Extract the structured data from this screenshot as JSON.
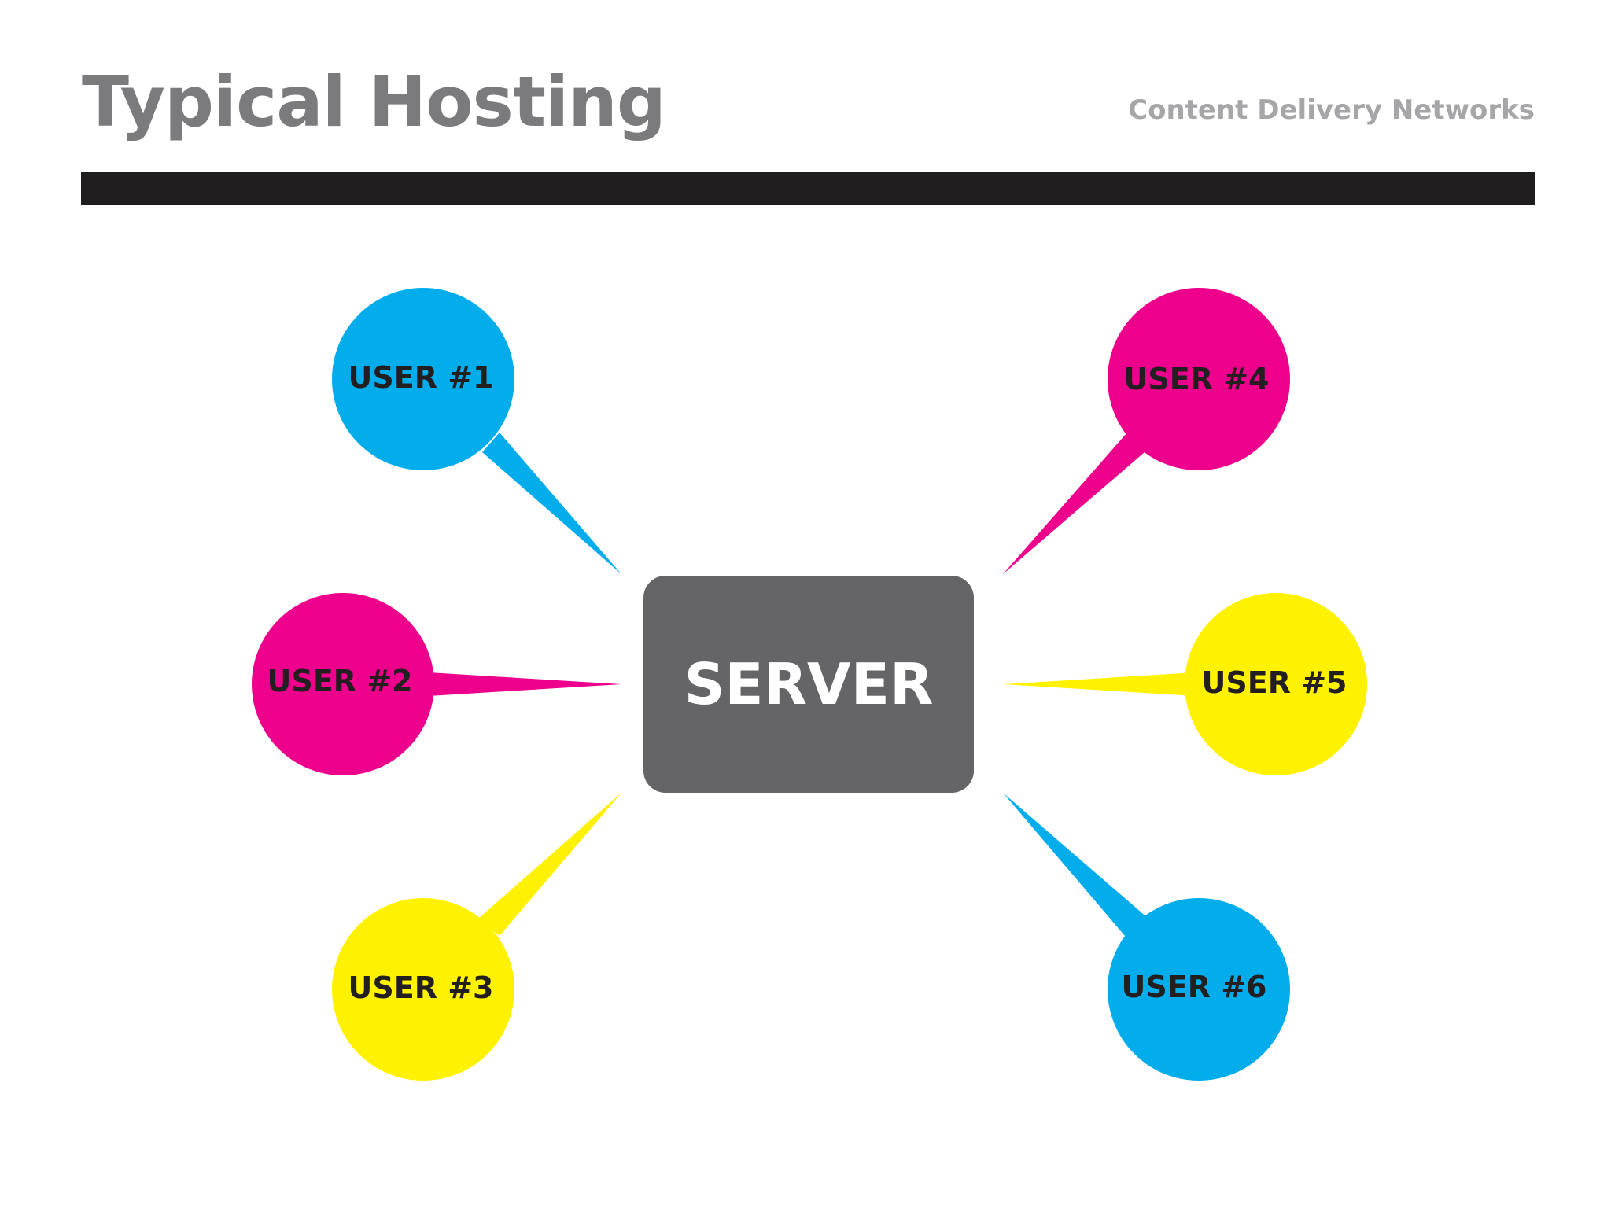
{
  "header": {
    "title": "Typical Hosting",
    "subtitle": "Content Delivery Networks"
  },
  "colors": {
    "title_gray": "#7b7b7d",
    "subtitle_gray": "#a6a6a8",
    "divider": "#1f1d1e",
    "server": "#656466",
    "cyan": "#03adeb",
    "magenta": "#ec008c",
    "yellow": "#fff200",
    "label_dark": "#231f20"
  },
  "diagram": {
    "server": {
      "label": "SERVER"
    },
    "users": [
      {
        "label": "USER #1",
        "color": "#03adeb"
      },
      {
        "label": "USER #2",
        "color": "#ec008c"
      },
      {
        "label": "USER #3",
        "color": "#fff200"
      },
      {
        "label": "USER #4",
        "color": "#ec008c"
      },
      {
        "label": "USER #5",
        "color": "#fff200"
      },
      {
        "label": "USER #6",
        "color": "#03adeb"
      }
    ]
  }
}
